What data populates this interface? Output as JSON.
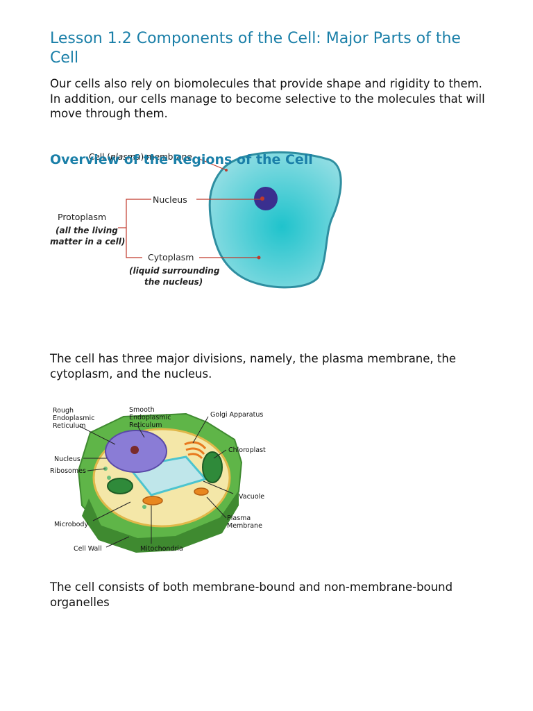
{
  "lesson_title": "Lesson 1.2 Components of the Cell: Major Parts of the Cell",
  "intro_paragraph": "Our cells also rely on biomolecules that provide shape and rigidity to them. In addition, our cells manage to become selective to the molecules that will move through them.",
  "overview_heading": "Overview of the Regions of the Cell",
  "diagram1": {
    "cell_membrane_prefix": "Cell (",
    "cell_membrane_italic": "plasma",
    "cell_membrane_suffix": ") membrane",
    "nucleus": "Nucleus",
    "protoplasm": "Protoplasm",
    "protoplasm_note_1": "(all the living",
    "protoplasm_note_2": "matter in a cell)",
    "cytoplasm": "Cytoplasm",
    "cytoplasm_note_1": "(liquid surrounding",
    "cytoplasm_note_2": "the nucleus)",
    "colors": {
      "cell_fill": "#35c4cf",
      "cell_edge": "#2e8ea0",
      "nucleus": "#3a2f8f",
      "pointer": "#c0392b"
    }
  },
  "divisions_paragraph": "The cell has three major divisions, namely, the plasma membrane, the cytoplasm, and the nucleus.",
  "diagram2": {
    "rough_er": [
      "Rough",
      "Endoplasmic",
      "Reticulum"
    ],
    "smooth_er": [
      "Smooth",
      "Endoplasmic",
      "Reticulum"
    ],
    "golgi": "Golgi Apparatus",
    "chloroplast": "Chloroplast",
    "nucleus": "Nucleus",
    "ribosomes": "Ribosomes",
    "vacuole": "Vacuole",
    "microbody": "Microbody",
    "plasma_membrane": [
      "Plasma",
      "Membrane"
    ],
    "cell_wall": "Cell Wall",
    "mitochondria": "Mitochondria"
  },
  "organelles_paragraph": "The cell consists of both membrane-bound and non-membrane-bound organelles"
}
